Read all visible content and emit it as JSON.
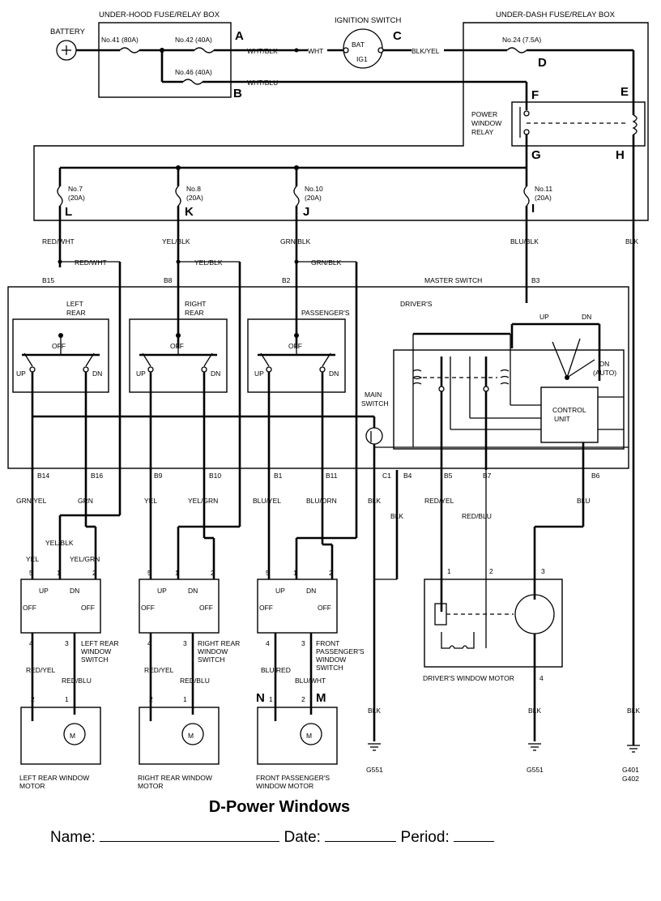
{
  "diagram": {
    "title": "D-Power Windows",
    "footer": {
      "name_label": "Name:",
      "date_label": "Date:",
      "period_label": "Period:"
    },
    "components": {
      "battery": "BATTERY",
      "under_hood_box": "UNDER-HOOD FUSE/RELAY BOX",
      "ignition_switch": "IGNITION SWITCH",
      "ign_bat": "BAT",
      "ign_ig1": "IG1",
      "under_dash_box": "UNDER-DASH FUSE/RELAY BOX",
      "relay": [
        "POWER",
        "WINDOW",
        "RELAY"
      ],
      "master_switch": "MASTER SWITCH",
      "left_rear": [
        "LEFT",
        "REAR"
      ],
      "right_rear": [
        "RIGHT",
        "REAR"
      ],
      "passengers": "PASSENGER'S",
      "drivers": "DRIVER'S",
      "main_switch": [
        "MAIN",
        "SWITCH"
      ],
      "control_unit": [
        "CONTROL",
        "UNIT"
      ],
      "left_rear_switch": [
        "LEFT REAR",
        "WINDOW",
        "SWITCH"
      ],
      "right_rear_switch": [
        "RIGHT REAR",
        "WINDOW",
        "SWITCH"
      ],
      "front_pass_switch": [
        "FRONT",
        "PASSENGER'S",
        "WINDOW",
        "SWITCH"
      ],
      "drivers_motor": "DRIVER'S WINDOW MOTOR",
      "left_rear_motor": [
        "LEFT REAR WINDOW",
        "MOTOR"
      ],
      "right_rear_motor": [
        "RIGHT REAR WINDOW",
        "MOTOR"
      ],
      "front_pass_motor": [
        "FRONT PASSENGER'S",
        "WINDOW MOTOR"
      ]
    },
    "fuses": {
      "f41": "No.41 (80A)",
      "f42": "No.42 (40A)",
      "f46": "No.46 (40A)",
      "f24": "No.24 (7.5A)",
      "f7": [
        "No.7",
        "(20A)"
      ],
      "f8": [
        "No.8",
        "(20A)"
      ],
      "f10": [
        "No.10",
        "(20A)"
      ],
      "f11": [
        "No.11",
        "(20A)"
      ]
    },
    "point_letters": {
      "A": "A",
      "B": "B",
      "C": "C",
      "D": "D",
      "E": "E",
      "F": "F",
      "G": "G",
      "H": "H",
      "I": "I",
      "J": "J",
      "K": "K",
      "L": "L",
      "M": "M",
      "N": "N"
    },
    "wire_colors": {
      "wht_blk": "WHT/BLK",
      "wht": "WHT",
      "blk_yel": "BLK/YEL",
      "wht_blu": "WHT/BLU",
      "red_wht": "RED/WHT",
      "yel_blk": "YEL/BLK",
      "grn_blk": "GRN/BLK",
      "blu_blk": "BLU/BLK",
      "blk": "BLK",
      "grn_yel": "GRN/YEL",
      "grn": "GRN",
      "yel": "YEL",
      "yel_grn": "YEL/GRN",
      "blu_yel": "BLU/YEL",
      "blu_orn": "BLU/ORN",
      "red_yel": "RED/YEL",
      "red_blu": "RED/BLU",
      "blu": "BLU",
      "blu_red": "BLU/RED",
      "blu_wht": "BLU/WHT"
    },
    "connectors": {
      "b15": "B15",
      "b8": "B8",
      "b2": "B2",
      "b3": "B3",
      "b14": "B14",
      "b16": "B16",
      "b9": "B9",
      "b10": "B10",
      "b1": "B1",
      "b11": "B11",
      "c1": "C1",
      "b4": "B4",
      "b5": "B5",
      "b7": "B7",
      "b6": "B6"
    },
    "switch_labels": {
      "off": "OFF",
      "up": "UP",
      "dn": "DN",
      "dn_auto": "DN",
      "auto": "(AUTO)"
    },
    "pins": {
      "p1": "1",
      "p2": "2",
      "p3": "3",
      "p4": "4",
      "p5": "5"
    },
    "grounds": {
      "g551": "G551",
      "g401": "G401",
      "g402": "G402"
    },
    "motor_mark": "M"
  }
}
